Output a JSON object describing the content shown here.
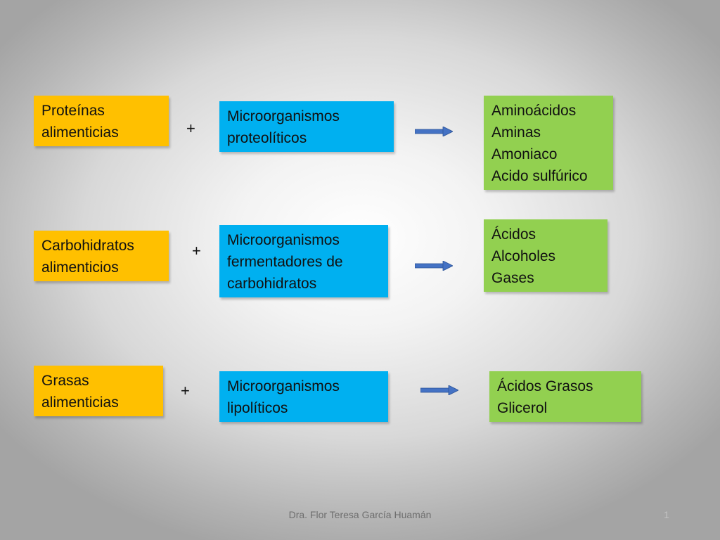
{
  "rows": [
    {
      "substrate": [
        "Proteínas",
        "alimenticias"
      ],
      "plus": "+",
      "microorganism": [
        "Microorganismos",
        "proteolíticos"
      ],
      "products": [
        "Aminoácidos",
        "Aminas",
        "Amoniaco",
        "Acido sulfúrico"
      ]
    },
    {
      "substrate": [
        "Carbohidratos",
        "alimenticios"
      ],
      "plus": "+",
      "microorganism": [
        "Microorganismos",
        "fermentadores de",
        "carbohidratos"
      ],
      "products": [
        "Ácidos",
        "Alcoholes",
        "Gases"
      ]
    },
    {
      "substrate": [
        "Grasas",
        "alimenticias"
      ],
      "plus": "+",
      "microorganism": [
        "Microorganismos",
        "lipolíticos"
      ],
      "products": [
        "Ácidos Grasos",
        "Glicerol"
      ]
    }
  ],
  "colors": {
    "substrate_fill": "#ffc000",
    "microorganism_fill": "#00b0f0",
    "product_fill": "#92d050",
    "arrow": "#4472c4"
  },
  "footer": {
    "author": "Dra. Flor Teresa García Huamán",
    "page_number": "1"
  }
}
